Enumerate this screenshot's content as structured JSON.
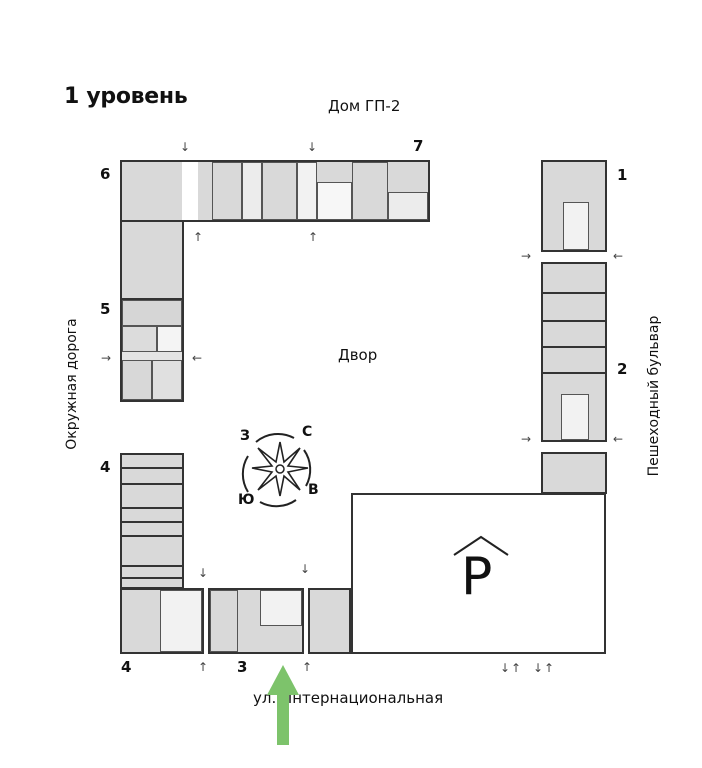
{
  "header": {
    "title": "1 уровень",
    "house": "Дом ГП-2"
  },
  "labels": {
    "yard": "Двор",
    "left_road": "Окружная дорога",
    "right_road": "Пешеходный бульвар",
    "bottom_street": "ул. Интернациональная"
  },
  "section_numbers": {
    "s1": "1",
    "s2": "2",
    "s3": "3",
    "s4_upper": "4",
    "s4_lower": "4",
    "s5": "5",
    "s6": "6",
    "s7": "7"
  },
  "compass": {
    "north": "С",
    "east": "В",
    "south": "Ю",
    "west": "З"
  },
  "parking": {
    "symbol": "P"
  },
  "arrows": {
    "down": "↓",
    "up": "↑",
    "left": "←",
    "right": "→"
  },
  "colors": {
    "unit_fill": "#d9d9d9",
    "wall": "#333333",
    "entrance_arrow": "#7dc36b"
  }
}
